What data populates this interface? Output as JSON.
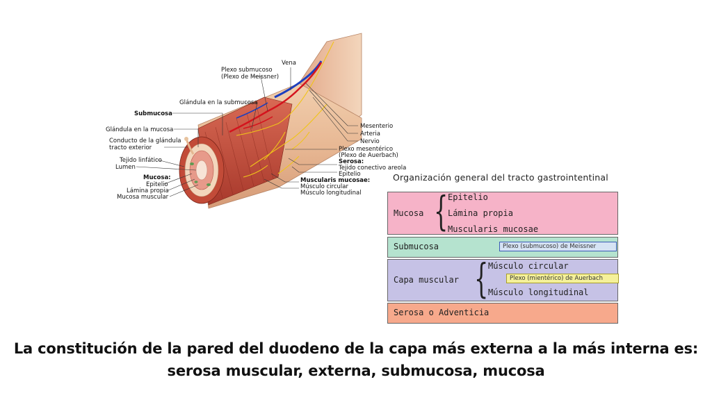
{
  "diagram": {
    "labels_left": {
      "plexo_submucoso": "Plexo submucoso",
      "plexo_meissner": "(Plexo de Meissner)",
      "vena": "Vena",
      "glandula_submucosa": "Glándula en la submucosa",
      "submucosa": "Submucosa",
      "glandula_mucosa": "Glándula en la mucosa",
      "conducto_1": "Conducto de la glándula",
      "conducto_2": "tracto exterior",
      "tejido_linfatico": "Tejido linfático",
      "lumen": "Lumen",
      "mucosa": "Mucosa:",
      "epitelio": "Epitelio",
      "lamina_propia": "Lámina propia",
      "mucosa_muscular": "Mucosa muscular"
    },
    "labels_right": {
      "mesenterio": "Mesenterio",
      "arteria": "Arteria",
      "nervio": "Nervio",
      "plexo_mesenterico": "Plexo mesentérico",
      "plexo_auerbach": "(Plexo de Auerbach)",
      "serosa": "Serosa:",
      "tejido_conectivo": "Tejido conectivo areola",
      "epitelio": "Epitelio",
      "muscularis_mucosae": "Muscularis mucosae:",
      "musculo_circular": "Músculo circular",
      "musculo_longitudinal": "Músculo longitudinal"
    }
  },
  "organization": {
    "title": "Organización general del tracto gastrointentinal",
    "mucosa": {
      "label": "Mucosa",
      "items": [
        "Epitelio",
        "Lámina propia",
        "Muscularis mucosae"
      ],
      "color": "#f6b3c8"
    },
    "submucosa": {
      "label": "Submucosa",
      "tag": "Plexo (submucoso) de Meissner",
      "color": "#b5e3cf"
    },
    "capa_muscular": {
      "label": "Capa muscular",
      "items": [
        "Músculo circular",
        "Músculo longitudinal"
      ],
      "tag": "Plexo (mientérico) de Auerbach",
      "color": "#c6c2e6"
    },
    "serosa": {
      "label": "Serosa o Adventicia",
      "color": "#f7a98c"
    }
  },
  "caption": {
    "line1": "La constitución de la pared del duodeno de la capa más externa a la más interna es:",
    "line2": "serosa muscular, externa, submucosa, mucosa"
  }
}
